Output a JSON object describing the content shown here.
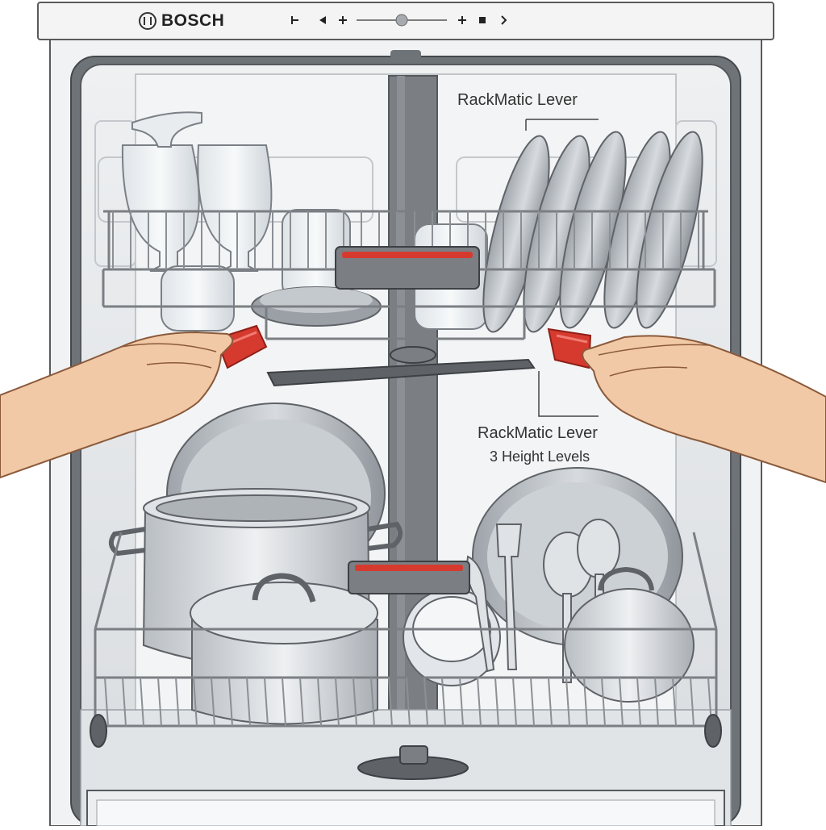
{
  "brand": {
    "name": "BOSCH"
  },
  "control_panel": {
    "icons": [
      "start-icon",
      "prev-icon",
      "plus-icon",
      "slider-knob",
      "plus-icon",
      "stop-icon",
      "next-icon"
    ]
  },
  "callouts": {
    "top_label": "RackMatic Lever",
    "lower_label": "RackMatic Lever",
    "lower_sublabel": "3 Height Levels"
  },
  "colors": {
    "lever_red": "#d63a2f",
    "rack_wire": "#7b7f84",
    "tub": "#e9ebed",
    "skin": "#f2c9a6"
  }
}
